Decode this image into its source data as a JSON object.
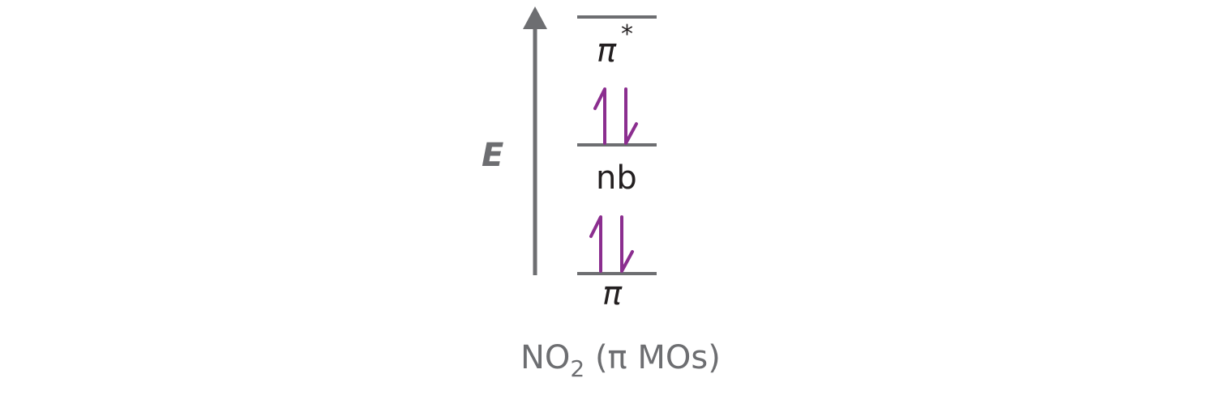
{
  "axis": {
    "label": "E"
  },
  "levels": [
    {
      "id": "pi-star",
      "label": "π",
      "superscript": "*",
      "electrons": 0
    },
    {
      "id": "nb",
      "label": "nb",
      "superscript": "",
      "electrons": 2
    },
    {
      "id": "pi",
      "label": "π",
      "superscript": "",
      "electrons": 2
    }
  ],
  "caption": {
    "prefix": "NO",
    "subscript": "2",
    "suffix": " (π MOs)"
  },
  "colors": {
    "axis": "#6d6e71",
    "levels": "#6d6e71",
    "electrons": "#8b2e8f",
    "labels": "#231f20",
    "caption": "#6d6e71"
  }
}
